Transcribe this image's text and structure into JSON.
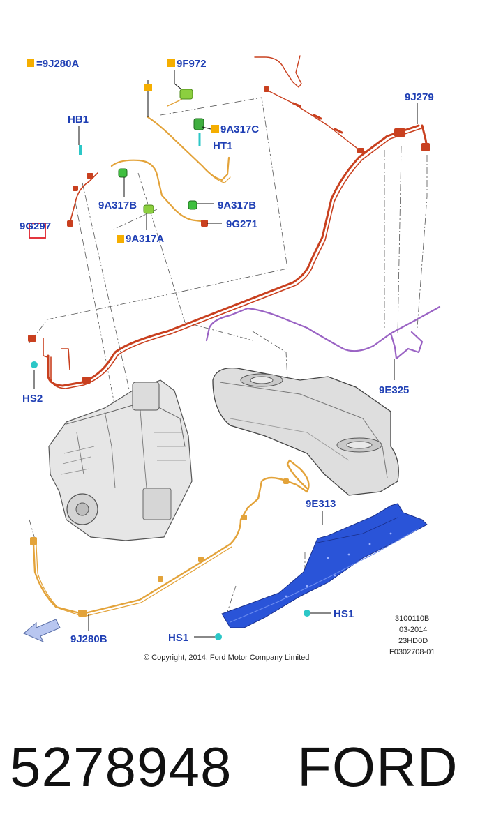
{
  "colors": {
    "label_blue": "#1f3fb4",
    "marker_orange": "#f5ae00",
    "line_red": "#c9401f",
    "line_orange": "#e3a33a",
    "line_purple": "#9a63c4",
    "shield_blue": "#2a54d8",
    "clip_green": "#8ccf3f",
    "clip_teal": "#2cc7c7"
  },
  "legend": {
    "marker_icon": "orange-square",
    "symbol": "=",
    "code": "9J280A"
  },
  "labels": {
    "9F972": "9F972",
    "9A317C": "9A317C",
    "HT1": "HT1",
    "HB1": "HB1",
    "9J279": "9J279",
    "9A317B_left": "9A317B",
    "9A317B_right": "9A317B",
    "9G297": "9G297",
    "9G271": "9G271",
    "9A317A": "9A317A",
    "HS2": "HS2",
    "9E325": "9E325",
    "9E313": "9E313",
    "HS1_right": "HS1",
    "HS1_bottom": "HS1",
    "9J280B": "9J280B"
  },
  "info_block": [
    "3100110B",
    "03-2014",
    "23HD0D",
    "F0302708-01"
  ],
  "copyright": "© Copyright, 2014, Ford Motor Company Limited",
  "footer": {
    "part_number": "5278948",
    "brand": "FORD"
  }
}
